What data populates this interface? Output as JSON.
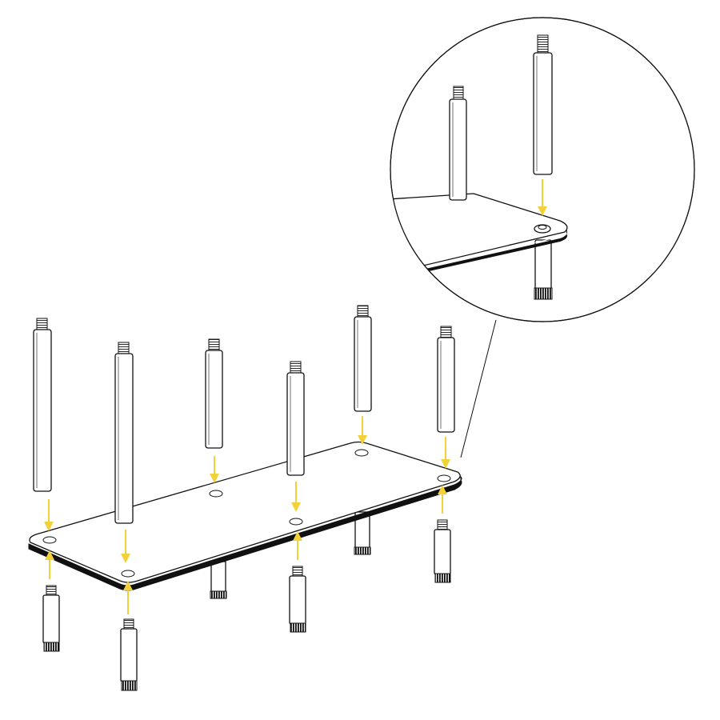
{
  "diagram": {
    "description_type": "assembly-illustration",
    "colors": {
      "line": "#111111",
      "arrow": "#f2d13a",
      "background": "#ffffff",
      "tread": "#222222"
    },
    "upper_posts": 6,
    "lower_feet": 6,
    "detail_callout": true,
    "icons": [
      "base-plate-icon",
      "threaded-post-icon",
      "foot-icon",
      "assembly-arrow-icon",
      "magnifier-callout-icon"
    ]
  }
}
